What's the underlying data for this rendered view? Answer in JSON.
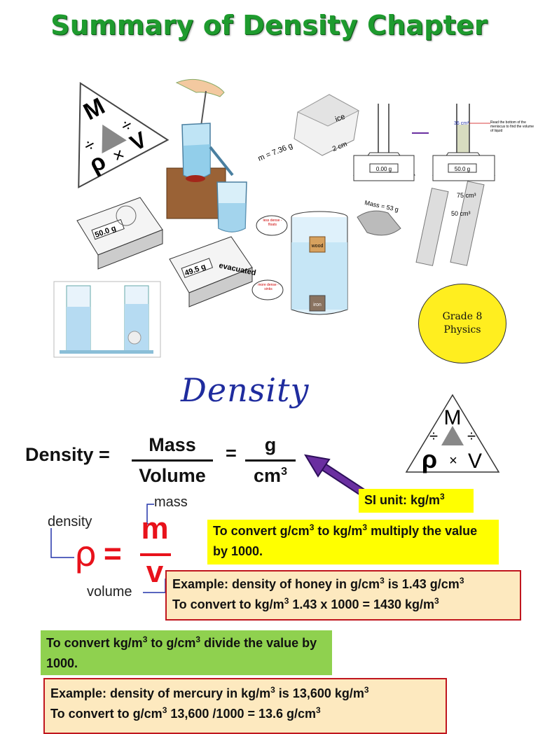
{
  "title": "Summary of Density Chapter",
  "grade": {
    "line1": "Grade 8",
    "line2": "Physics"
  },
  "density_heading": "Density",
  "formula": {
    "lhs": "Density =",
    "numerator": "Mass",
    "denominator": "Volume",
    "equals": "=",
    "unit_num": "g",
    "unit_den": "cm",
    "unit_den_sup": "3"
  },
  "triangle": {
    "top": "M",
    "left": "ρ",
    "times": "×",
    "right": "V",
    "div_left": "÷",
    "div_right": "÷"
  },
  "labels": {
    "mass": "mass",
    "density": "density",
    "volume": "volume",
    "rho": "ρ",
    "eq": "=",
    "m": "m",
    "v": "v"
  },
  "si_unit": {
    "text": "SI unit: kg/m",
    "sup": "3"
  },
  "convert1": {
    "a": "To convert g/cm",
    "b": " to kg/m",
    "c": " multiply the value by 1000."
  },
  "example1": {
    "line1_a": "Example: density of honey in g/cm",
    "line1_b": " is 1.43 g/cm",
    "line2_a": "To convert to kg/m",
    "line2_b": " 1.43 x 1000 = 1430 kg/m"
  },
  "convert2": {
    "a": "To convert kg/m",
    "b": " to g/cm",
    "c": " divide the value by 1000."
  },
  "example2": {
    "line1_a": "Example: density of mercury in kg/m",
    "line1_b": " is 13,600 kg/m",
    "line2_a": "To convert to g/cm",
    "line2_b": " 13,600 /1000 = 13.6 g/cm"
  },
  "illustration_text": {
    "ice": "ice",
    "m_label": "m = 7.36 g",
    "two_cm": "2 cm",
    "balance1": "0.00 g",
    "balance2": "50.0 g",
    "cyl_reading": "36 cm³",
    "meniscus_note": "Read the bottom of the meniscus to find the volume of liquid",
    "mass53": "Mass = 53 g",
    "cm75": "75 cm³",
    "cm50": "50 cm³",
    "scale1": "50.0 g",
    "scale2": "49.5 g",
    "evacuated": "evacuated",
    "less_dense": "less dense - floats",
    "more_dense": "more dense - sinks",
    "wood": "wood",
    "iron": "iron",
    "tri_m": "M",
    "tri_rho": "ρ",
    "tri_v": "V"
  },
  "colors": {
    "title": "#1e9b2e",
    "heading": "#1f2c9e",
    "formula_red": "#e8121b",
    "arrow": "#6a2fa0",
    "highlight": "#ffff00",
    "green_box": "#8fd14f",
    "example_bg": "#fde9bf",
    "example_border": "#c0161e",
    "circle": "#ffee1f"
  }
}
